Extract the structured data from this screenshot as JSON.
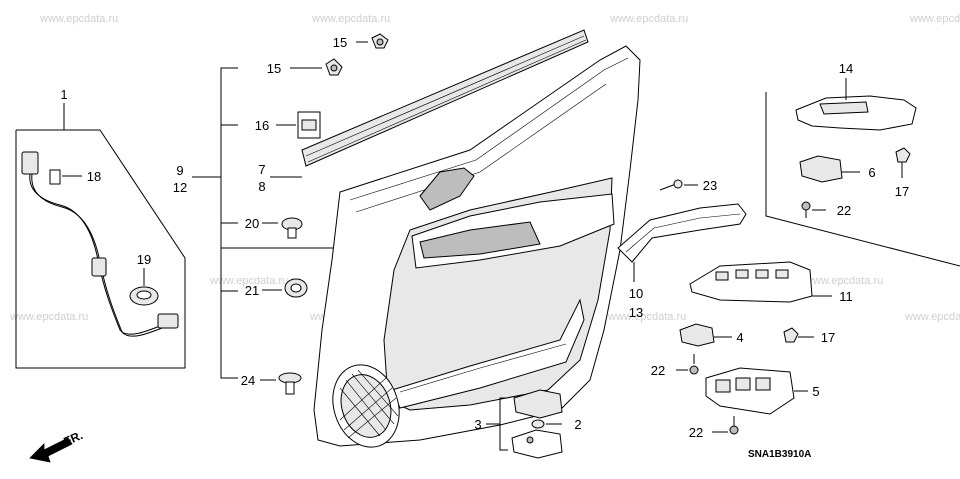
{
  "watermark": "www.epcdata.ru",
  "diagram_code": "SNA1B3910A",
  "direction_label": "FR.",
  "callouts": {
    "c1": "1",
    "c2": "2",
    "c3": "3",
    "c4": "4",
    "c5": "5",
    "c6": "6",
    "c7": "7",
    "c8": "8",
    "c9": "9",
    "c10": "10",
    "c11": "11",
    "c12": "12",
    "c13": "13",
    "c14": "14",
    "c15a": "15",
    "c15b": "15",
    "c16": "16",
    "c17a": "17",
    "c17b": "17",
    "c18": "18",
    "c19": "19",
    "c20": "20",
    "c21": "21",
    "c22a": "22",
    "c22b": "22",
    "c22c": "22",
    "c23": "23",
    "c24": "24"
  }
}
